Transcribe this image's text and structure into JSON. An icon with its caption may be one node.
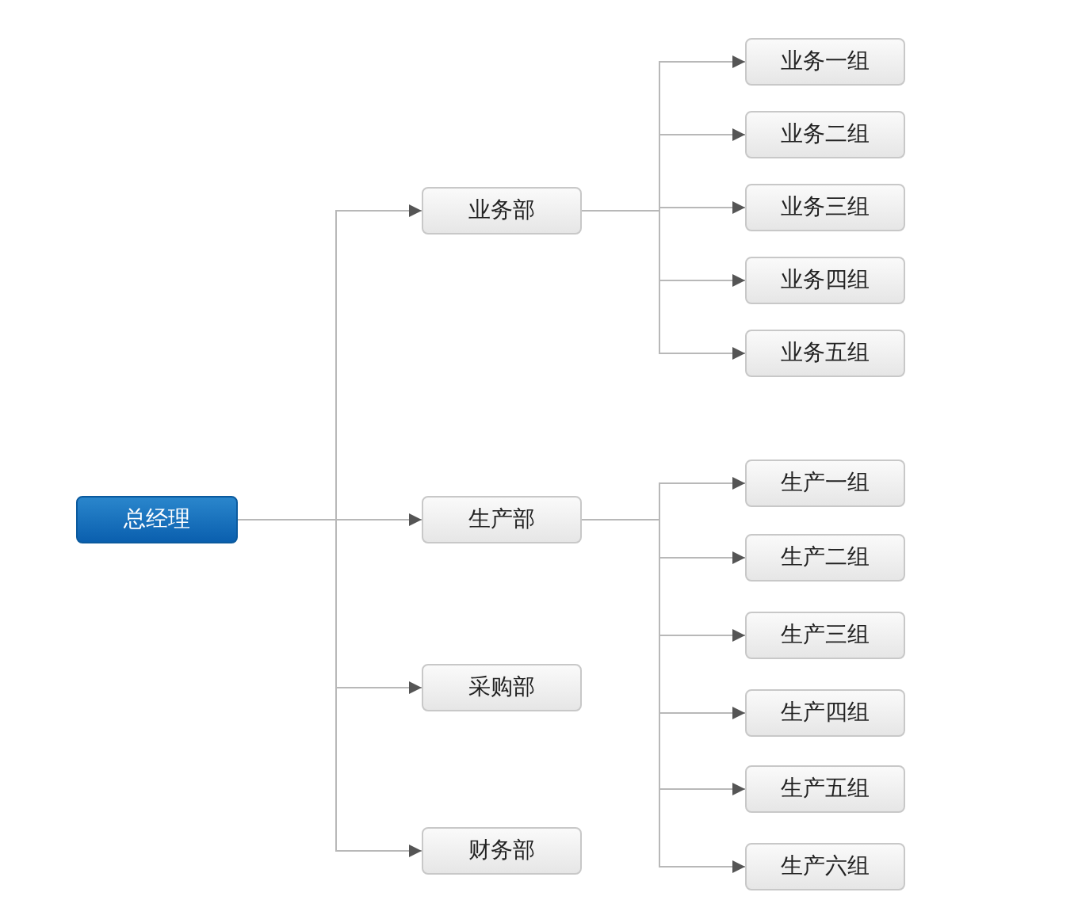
{
  "diagram": {
    "nodes": [
      {
        "text": [
          "总经理"
        ]
      },
      {
        "text": [
          "业务部"
        ]
      },
      {
        "text": [
          "业务一组"
        ]
      },
      {
        "text": [
          "业务二组"
        ]
      },
      {
        "text": [
          "业务三组"
        ]
      },
      {
        "text": [
          "业务四组"
        ]
      },
      {
        "text": [
          "业务五组"
        ]
      },
      {
        "text": [
          "生产部"
        ]
      },
      {
        "text": [
          "生产一组"
        ]
      },
      {
        "text": [
          "生产二组"
        ]
      },
      {
        "text": [
          "生产三组"
        ]
      },
      {
        "text": [
          "生产四组"
        ]
      },
      {
        "text": [
          "生产五组"
        ]
      },
      {
        "text": [
          "生产六组"
        ]
      },
      {
        "text": [
          "采购部"
        ]
      },
      {
        "text": [
          "财务部"
        ]
      }
    ],
    "edges": [
      {
        "from": 0,
        "to": 1,
        "arrow": "to"
      },
      {
        "from": 0,
        "to": 7,
        "arrow": "to"
      },
      {
        "from": 0,
        "to": 14,
        "arrow": "to"
      },
      {
        "from": 0,
        "to": 15,
        "arrow": "to"
      },
      {
        "from": 1,
        "to": 2,
        "arrow": "to"
      },
      {
        "from": 1,
        "to": 3,
        "arrow": "to"
      },
      {
        "from": 1,
        "to": 4,
        "arrow": "to"
      },
      {
        "from": 1,
        "to": 5,
        "arrow": "to"
      },
      {
        "from": 1,
        "to": 6,
        "arrow": "to"
      },
      {
        "from": 7,
        "to": 8,
        "arrow": "to"
      },
      {
        "from": 7,
        "to": 9,
        "arrow": "to"
      },
      {
        "from": 7,
        "to": 10,
        "arrow": "to"
      },
      {
        "from": 7,
        "to": 11,
        "arrow": "to"
      },
      {
        "from": 7,
        "to": 12,
        "arrow": "to"
      },
      {
        "from": 7,
        "to": 13,
        "arrow": "to"
      }
    ]
  }
}
